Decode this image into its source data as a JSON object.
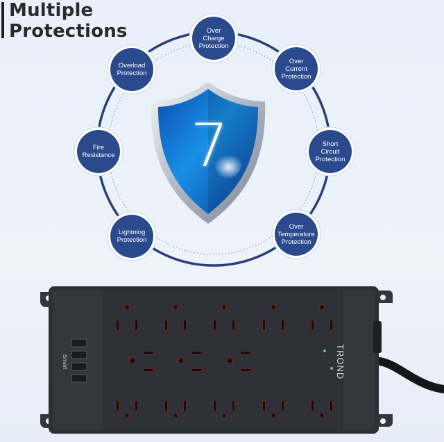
{
  "title": {
    "line1": "Multiple",
    "line2": "Protections"
  },
  "shield": {
    "number": "7"
  },
  "protections": [
    {
      "label_lines": [
        "Over",
        "Charge",
        "Protection"
      ]
    },
    {
      "label_lines": [
        "Over",
        "Current",
        "Protection"
      ]
    },
    {
      "label_lines": [
        "Short",
        "Circuit",
        "Protection"
      ]
    },
    {
      "label_lines": [
        "Over",
        "Temperature",
        "Protection"
      ]
    },
    {
      "label_lines": [
        "Lightning",
        "Protection"
      ]
    },
    {
      "label_lines": [
        "Fire",
        "Resistance"
      ]
    },
    {
      "label_lines": [
        "Overload",
        "Protection"
      ]
    }
  ],
  "product": {
    "brand": "TROND",
    "usb_label": "Smart"
  },
  "colors": {
    "node_fill": "#2b4a8e",
    "ring": "#283f7a",
    "strip": "#2e3136",
    "background": "#eaf0f8"
  }
}
